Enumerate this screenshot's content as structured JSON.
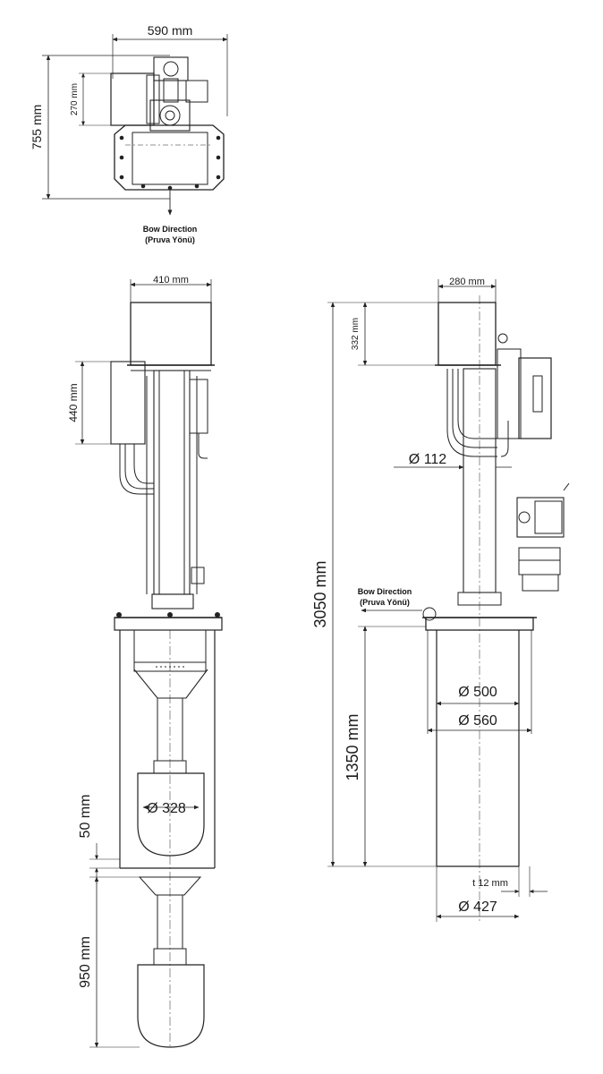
{
  "top_view": {
    "width_dim": "590 mm",
    "depth_dim": "755 mm",
    "motor_dim": "270 mm",
    "bow_direction": "Bow Direction",
    "bow_direction_tr": "(Pruva Yönü)"
  },
  "front_view": {
    "motor_width_dim": "410 mm",
    "box_height_dim": "440 mm",
    "pod_diameter": "Ø 328",
    "gap_dim": "50 mm",
    "extension_dim": "950 mm"
  },
  "side_view": {
    "motor_width_dim": "280 mm",
    "motor_height_dim": "332 mm",
    "shaft_diameter": "Ø 112",
    "bow_direction": "Bow Direction",
    "bow_direction_tr": "(Pruva Yönü)",
    "total_height_dim": "3050 mm",
    "lower_height_dim": "1350 mm",
    "flange_inner_diameter": "Ø 500",
    "flange_outer_diameter": "Ø 560",
    "wall_thickness": "t 12 mm",
    "tube_diameter": "Ø 427"
  }
}
